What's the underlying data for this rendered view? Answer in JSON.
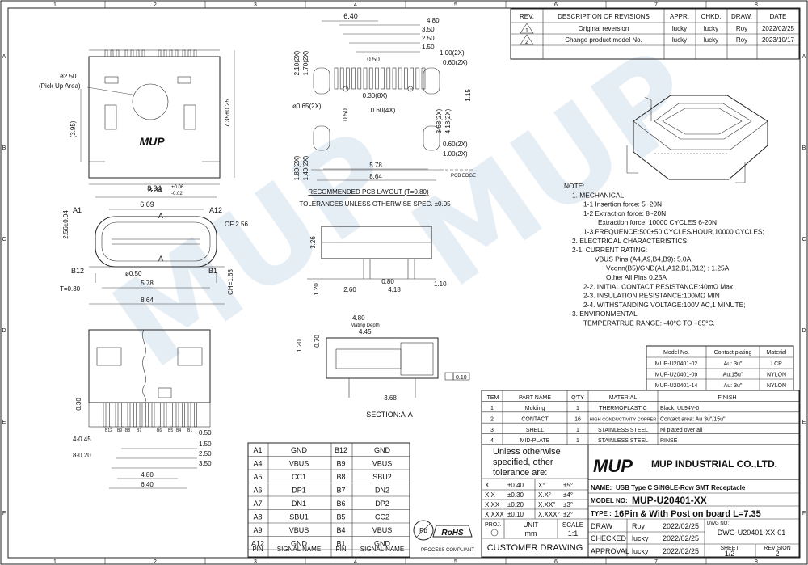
{
  "frame": {
    "top_cols": [
      "1",
      "2",
      "3",
      "4",
      "5",
      "6",
      "7",
      "8"
    ],
    "side_rows": [
      "A",
      "B",
      "C",
      "D",
      "E",
      "F"
    ],
    "watermark": "MUP"
  },
  "revisions": {
    "headers": [
      "REV.",
      "DESCRIPTION OF REVISIONS",
      "APPR.",
      "CHKD.",
      "DRAW.",
      "DATE"
    ],
    "rows": [
      {
        "rev": "1",
        "desc": "Original reversion",
        "appr": "lucky",
        "chkd": "lucky",
        "draw": "Roy",
        "date": "2022/02/25"
      },
      {
        "rev": "2",
        "desc": "Change product model No.",
        "appr": "lucky",
        "chkd": "lucky",
        "draw": "Roy",
        "date": "2023/10/17"
      }
    ]
  },
  "top_view": {
    "dims": {
      "diameter": "ø2.50",
      "pickup": "(Pick Up Area)",
      "left_h": "(3.95)",
      "right_h": "7.35±0.25",
      "width": "8.94"
    },
    "logo": "MUP"
  },
  "pcb_layout": {
    "dims": [
      "6.40",
      "4.80",
      "3.50",
      "2.50",
      "1.50",
      "0.50",
      "1.00(2X)",
      "0.60(2X)",
      "2.10(2X)",
      "1.70(2X)",
      "0.30(8X)",
      "0.60(4X)",
      "ø0.65(2X)",
      "0.50",
      "1.15",
      "3.68(2X)",
      "4.18(2X)",
      "0.60(2X)",
      "1.00(2X)",
      "1.80(2X)",
      "1.40(2X)",
      "5.78",
      "8.64"
    ],
    "pcb_edge": "PCB EDGE",
    "caption1": "RECOMMENDED PCB LAYOUT (T=0.80)",
    "caption2": "TOLERANCES UNLESS OTHERWISE SPEC. ±0.05"
  },
  "front_view": {
    "dims": [
      "8.34",
      "+0.06",
      "-0.02",
      "6.69",
      "A",
      "A",
      "2.56±0.04",
      "A1",
      "A12",
      "B12",
      "B1",
      "ø0.50",
      "5.78",
      "8.64",
      "T=0.30",
      "CH=1.68",
      "OF 2.56"
    ]
  },
  "side_view": {
    "dims": [
      "3.26",
      "1.20",
      "2.60",
      "0.80",
      "4.18",
      "1.10"
    ]
  },
  "section": {
    "dims": [
      "4.80",
      "Mating Depth",
      "4.45",
      "1.20",
      "0.70",
      "0.10",
      "3.68"
    ],
    "caption": "SECTION:A-A"
  },
  "bottom_view": {
    "dims": [
      "0.30",
      "4-0.45",
      "8-0.20",
      "0.50",
      "1.50",
      "2.50",
      "3.50",
      "4.80",
      "6.40"
    ],
    "pin_labels": [
      "B12",
      "B9",
      "B8",
      "B7",
      "B6",
      "B5",
      "B4",
      "B1"
    ]
  },
  "pin_table": {
    "headers": [
      "PIN",
      "SIGNAL NAME",
      "PIN",
      "SIGNAL NAME"
    ],
    "rows": [
      [
        "A1",
        "GND",
        "B12",
        "GND"
      ],
      [
        "A4",
        "VBUS",
        "B9",
        "VBUS"
      ],
      [
        "A5",
        "CC1",
        "B8",
        "SBU2"
      ],
      [
        "A6",
        "DP1",
        "B7",
        "DN2"
      ],
      [
        "A7",
        "DN1",
        "B6",
        "DP2"
      ],
      [
        "A8",
        "SBU1",
        "B5",
        "CC2"
      ],
      [
        "A9",
        "VBUS",
        "B4",
        "VBUS"
      ],
      [
        "A12",
        "GND",
        "B1",
        "GND"
      ]
    ]
  },
  "notes": [
    "NOTE:",
    "1. MECHANICAL:",
    "1-1 Insertion force: 5~20N",
    "1-2 Extraction force: 8~20N",
    "Extraction force: 10000 CYCLES 6-20N",
    "1-3.FREQUENCE:500±50 CYCLES/HOUR,10000 CYCLES;",
    "2. ELECTRICAL CHARACTERISTICS:",
    "2-1. CURRENT RATING:",
    "VBUS Pins (A4,A9,B4,B9): 5.0A,",
    "Vconn(B5)/GND(A1,A12,B1,B12) : 1.25A",
    "Other All Pins 0.25A",
    "2-2. INITIAL CONTACT RESISTANCE:40mΩ Max.",
    "2-3. INSULATION RESISTANCE:100MΩ MIN",
    "2-4. WITHSTANDING VOLTAGE:100V AC,1 MINUTE;",
    "3. ENVIRONMENTAL",
    "TEMPERATRUE RANGE: -40°C TO +85°C."
  ],
  "model_table": {
    "headers": [
      "Model No.",
      "Contact plating",
      "Material"
    ],
    "rows": [
      [
        "MUP-U20401-02",
        "Au: 3u\"",
        "LCP"
      ],
      [
        "MUP-U20401-09",
        "Au:15u\"",
        "NYLON"
      ],
      [
        "MUP-U20401-14",
        "Au: 3u\"",
        "NYLON"
      ]
    ]
  },
  "bom": {
    "headers": [
      "ITEM",
      "PART NAME",
      "Q'TY",
      "MATERIAL",
      "FINISH"
    ],
    "rows": [
      [
        "1",
        "Molding",
        "1",
        "THERMOPLASTIC",
        "Black, UL94V-0"
      ],
      [
        "2",
        "CONTACT",
        "16",
        "HIGH CONDUCTIVITY COPPER",
        "Contact area: Au 3u\"/15u\""
      ],
      [
        "3",
        "SHELL",
        "1",
        "STAINLESS STEEL",
        "Ni plated over all"
      ],
      [
        "4",
        "MID-PLATE",
        "1",
        "STAINLESS STEEL",
        "RINSE"
      ]
    ]
  },
  "title_block": {
    "unless": [
      "Unless otherwise",
      "specified, other",
      "tolerance are:"
    ],
    "tol": [
      [
        "X",
        "±0.40",
        "X°",
        "±5°"
      ],
      [
        "X.X",
        "±0.30",
        "X.X°",
        "±4°"
      ],
      [
        "X.XX",
        "±0.20",
        "X.XX°",
        "±3°"
      ],
      [
        "X.XXX",
        "±0.10",
        "X.XXX°",
        "±2°"
      ]
    ],
    "logo": "MUP",
    "company": "MUP INDUSTRIAL CO.,LTD.",
    "name_label": "NAME:",
    "name": "USB Type C  SINGLE-Row SMT Receptacle",
    "model_label": "MODEL NO:",
    "model": "MUP-U20401-XX",
    "type_label": "TYPE :",
    "type": "16Pin & With Post on board  L=7.35",
    "proj": "PROJ.",
    "unit_label": "UNIT",
    "unit": "mm",
    "scale_label": "SCALE",
    "scale": "1:1",
    "customer": "CUSTOMER  DRAWING",
    "draw_label": "DRAW",
    "draw_name": "Roy",
    "draw_date": "2022/02/25",
    "checked_label": "CHECKED",
    "checked_name": "lucky",
    "checked_date": "2022/02/25",
    "approval_label": "APPROVAL",
    "approval_name": "lucky",
    "approval_date": "2022/02/25",
    "dwg_label": "DWG NO:",
    "dwg": "DWG-U20401-XX-01",
    "sheet_label": "SHEET",
    "sheet": "1/2",
    "revision_label": "REVISION",
    "revision": "2",
    "rohs": "RoHS",
    "rohs_sub": "PROCESS COMPLIANT",
    "pb": "Pb"
  }
}
